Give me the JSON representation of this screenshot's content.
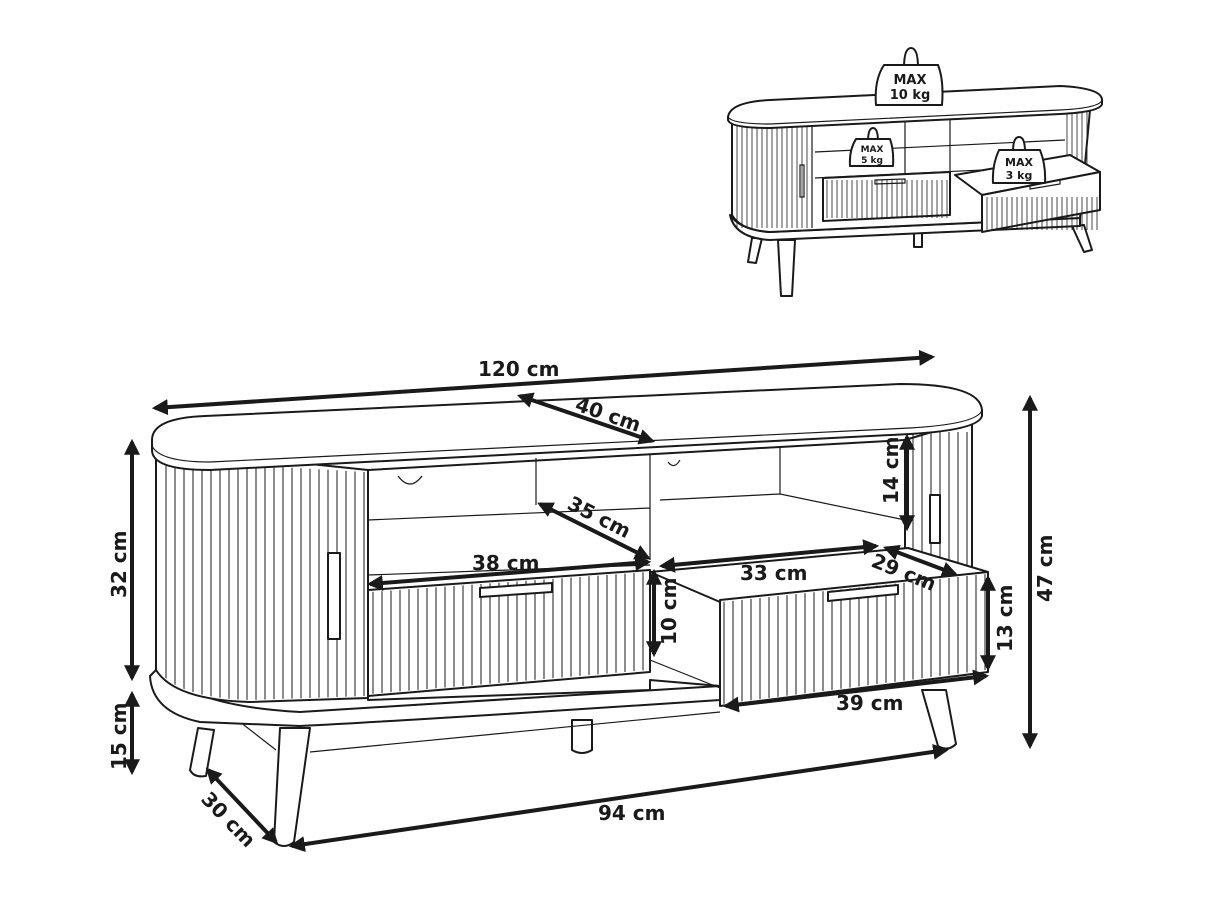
{
  "diagram": {
    "subject": "TV stand with fluted sliding doors, two drawers and open shelves",
    "main_view": {
      "dimensions": {
        "overall_width": "120 cm",
        "top_depth": "40 cm",
        "shelf_depth": "35 cm",
        "left_drawer_width": "38 cm",
        "right_drawer_inner_width": "33 cm",
        "drawer_depth": "29 cm",
        "shelf_height": "14 cm",
        "left_drawer_height": "10 cm",
        "right_drawer_front_height": "13 cm",
        "right_drawer_front_width": "39 cm",
        "cabinet_body_height": "32 cm",
        "leg_height": "15 cm",
        "overall_height": "47 cm",
        "leg_depth_span": "30 cm",
        "leg_width_span": "94 cm"
      }
    },
    "inset_view": {
      "load_limits": [
        {
          "location": "top",
          "line1": "MAX",
          "line2": "10 kg"
        },
        {
          "location": "shelf",
          "line1": "MAX",
          "line2": "5 kg"
        },
        {
          "location": "drawer",
          "line1": "MAX",
          "line2": "3 kg"
        }
      ]
    }
  },
  "colors": {
    "line": "#1a1a1a",
    "background": "#ffffff"
  }
}
